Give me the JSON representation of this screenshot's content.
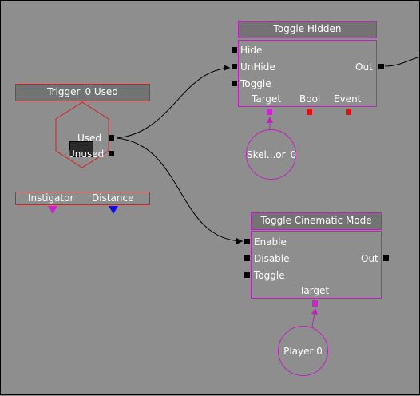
{
  "trigger": {
    "title": "Trigger_0 Used",
    "outputs": [
      "Used",
      "Unused"
    ],
    "variables": [
      "Instigator",
      "Distance"
    ],
    "var_colors": [
      "#d020d0",
      "#1010e0"
    ]
  },
  "toggle_hidden": {
    "title": "Toggle Hidden",
    "inputs": [
      "Hide",
      "UnHide",
      "Toggle"
    ],
    "output": "Out",
    "variables": [
      "Target",
      "Bool",
      "Event"
    ],
    "var_colors": [
      "#d020d0",
      "#e01010",
      "#e01010"
    ]
  },
  "toggle_cinematic": {
    "title": "Toggle Cinematic Mode",
    "inputs": [
      "Enable",
      "Disable",
      "Toggle"
    ],
    "output": "Out",
    "variables": [
      "Target"
    ],
    "var_colors": [
      "#d020d0"
    ]
  },
  "var_skel": {
    "label": "Skel...or_0"
  },
  "var_player": {
    "label": "Player 0"
  },
  "colors": {
    "background": "#8e8e8e",
    "node_border": "#c020c0",
    "trigger_border": "#d82020",
    "title_bg": "#737373"
  }
}
